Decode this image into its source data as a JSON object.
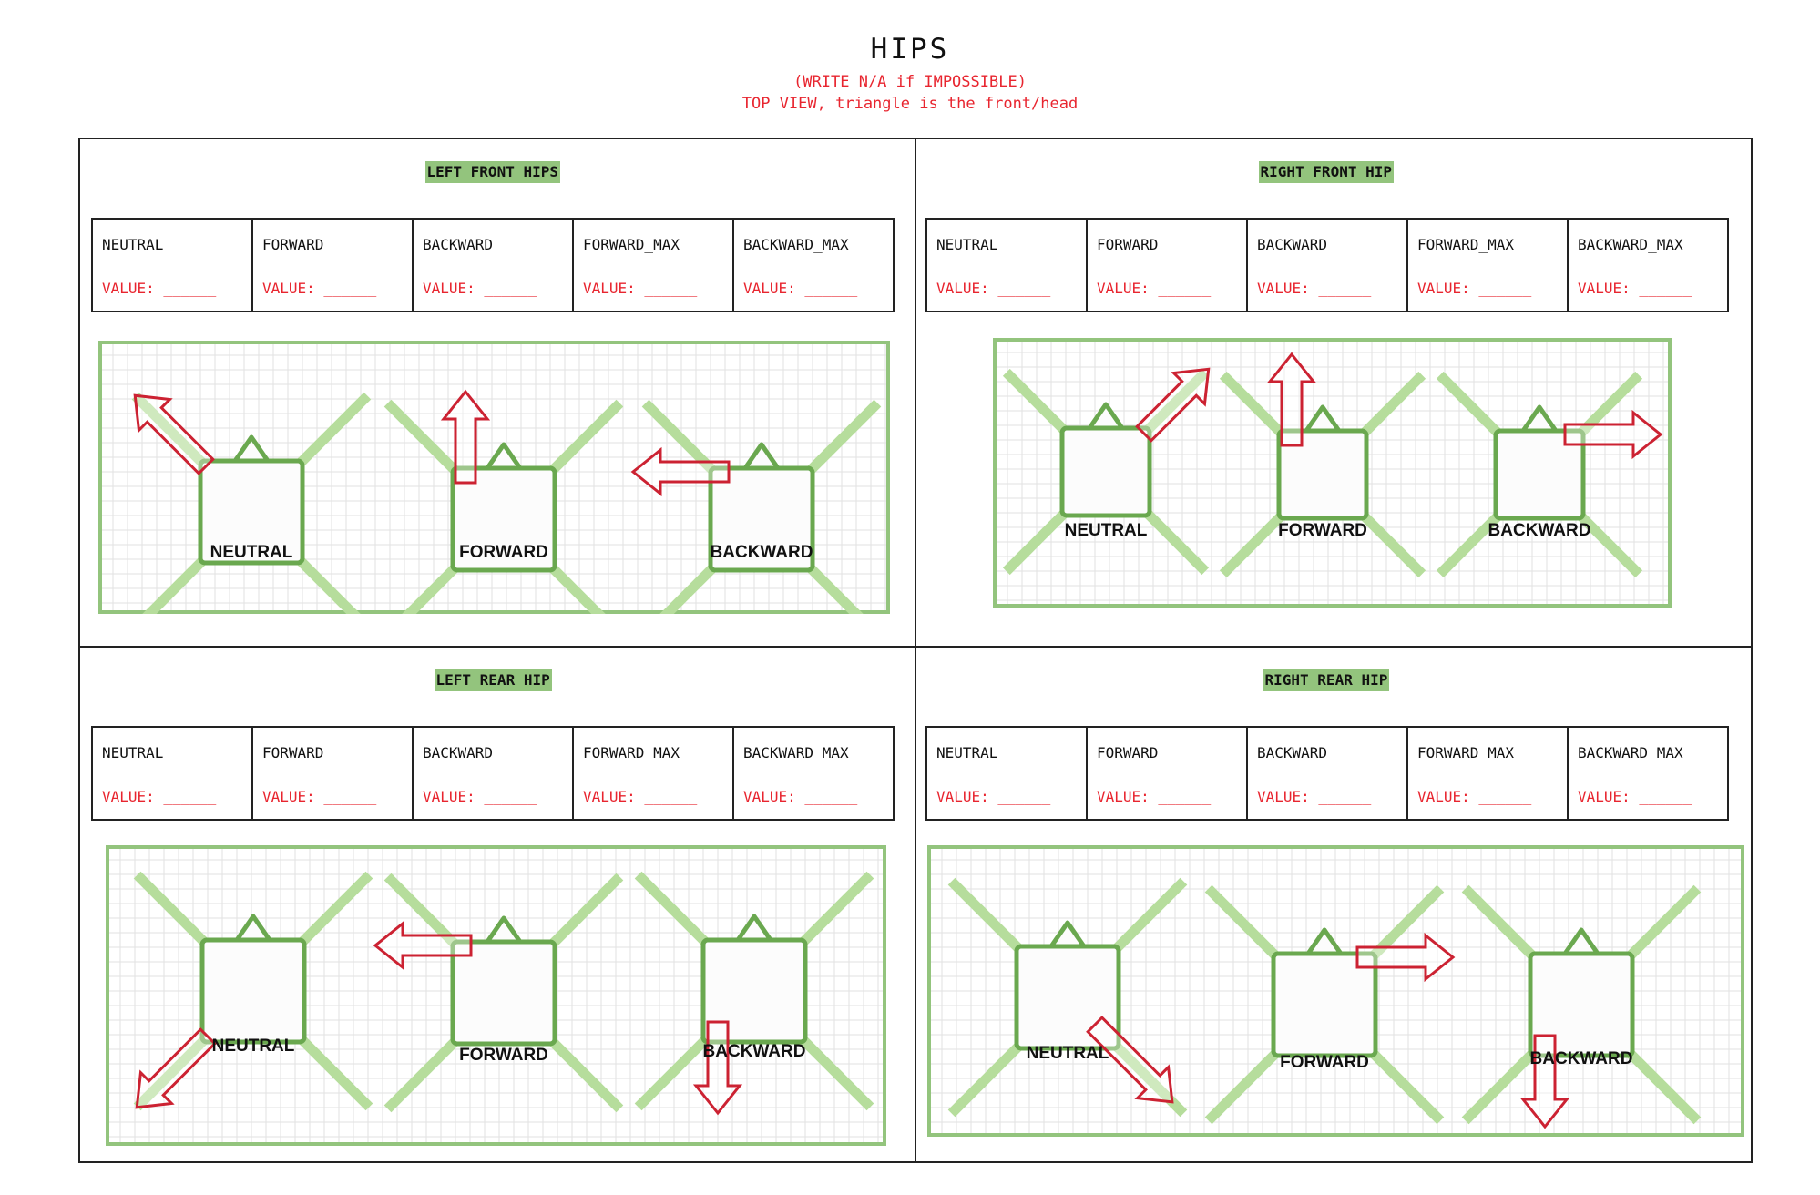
{
  "header": {
    "title": "HIPS",
    "note1": "(WRITE N/A if IMPOSSIBLE)",
    "note2": "TOP VIEW, triangle is the front/head"
  },
  "colors": {
    "accent_green": "#93c47d",
    "body_green": "#6aa84f",
    "leg_green": "#b6dd9c",
    "arrow_red": "#cc2232",
    "note_red": "#e8252f"
  },
  "columns": [
    "NEUTRAL",
    "FORWARD",
    "BACKWARD",
    "FORWARD_MAX",
    "BACKWARD_MAX"
  ],
  "value_text": "VALUE: ______",
  "quadrants": [
    {
      "title": "LEFT FRONT HIPS",
      "poses": [
        {
          "label": "NEUTRAL",
          "arrow": "up-left"
        },
        {
          "label": "FORWARD",
          "arrow": "up"
        },
        {
          "label": "BACKWARD",
          "arrow": "left"
        }
      ]
    },
    {
      "title": "RIGHT FRONT HIP",
      "poses": [
        {
          "label": "NEUTRAL",
          "arrow": "up-right"
        },
        {
          "label": "FORWARD",
          "arrow": "up"
        },
        {
          "label": "BACKWARD",
          "arrow": "right"
        }
      ]
    },
    {
      "title": "LEFT REAR HIP",
      "poses": [
        {
          "label": "NEUTRAL",
          "arrow": "down-left"
        },
        {
          "label": "FORWARD",
          "arrow": "left"
        },
        {
          "label": "BACKWARD",
          "arrow": "down"
        }
      ]
    },
    {
      "title": "RIGHT REAR HIP",
      "poses": [
        {
          "label": "NEUTRAL",
          "arrow": "down-right"
        },
        {
          "label": "FORWARD",
          "arrow": "right"
        },
        {
          "label": "BACKWARD",
          "arrow": "down"
        }
      ]
    }
  ]
}
